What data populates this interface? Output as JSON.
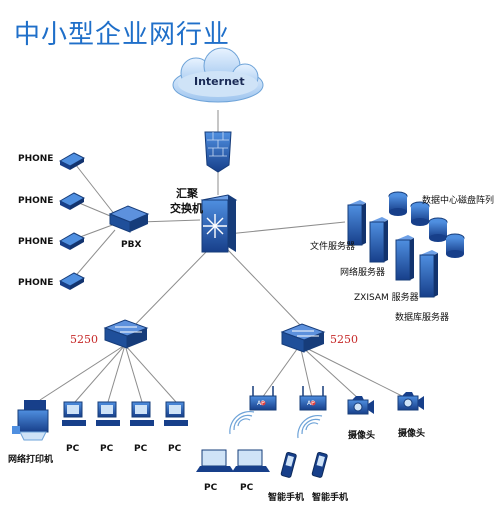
{
  "title": "中小型企业网行业",
  "internet_label": "Internet",
  "core_switch_label_line1": "汇聚",
  "core_switch_label_line2": "交换机",
  "pbx_label": "PBX",
  "phone_label": "PHONE",
  "phones": [
    "PHONE",
    "PHONE",
    "PHONE",
    "PHONE"
  ],
  "servers": {
    "storage_label": "数据中心磁盘阵列",
    "file_server_label": "文件服务器",
    "network_server_label": "网络服务器",
    "zxisam_server_label": "ZXISAM 服务器",
    "database_server_label": "数据库服务器"
  },
  "left_switch_label": "5250",
  "right_switch_label": "5250",
  "printer_label": "网络打印机",
  "pc_label": "PC",
  "left_pcs": [
    "PC",
    "PC",
    "PC",
    "PC"
  ],
  "laptops": [
    "PC",
    "PC"
  ],
  "ap_label": "AP",
  "smartphones": [
    "智能手机",
    "智能手机"
  ],
  "cameras": [
    "摄像头",
    "摄像头"
  ],
  "colors": {
    "title": "#1f6fc9",
    "device_blue": "#1f5fb4",
    "switch_label_red": "#c62828"
  }
}
